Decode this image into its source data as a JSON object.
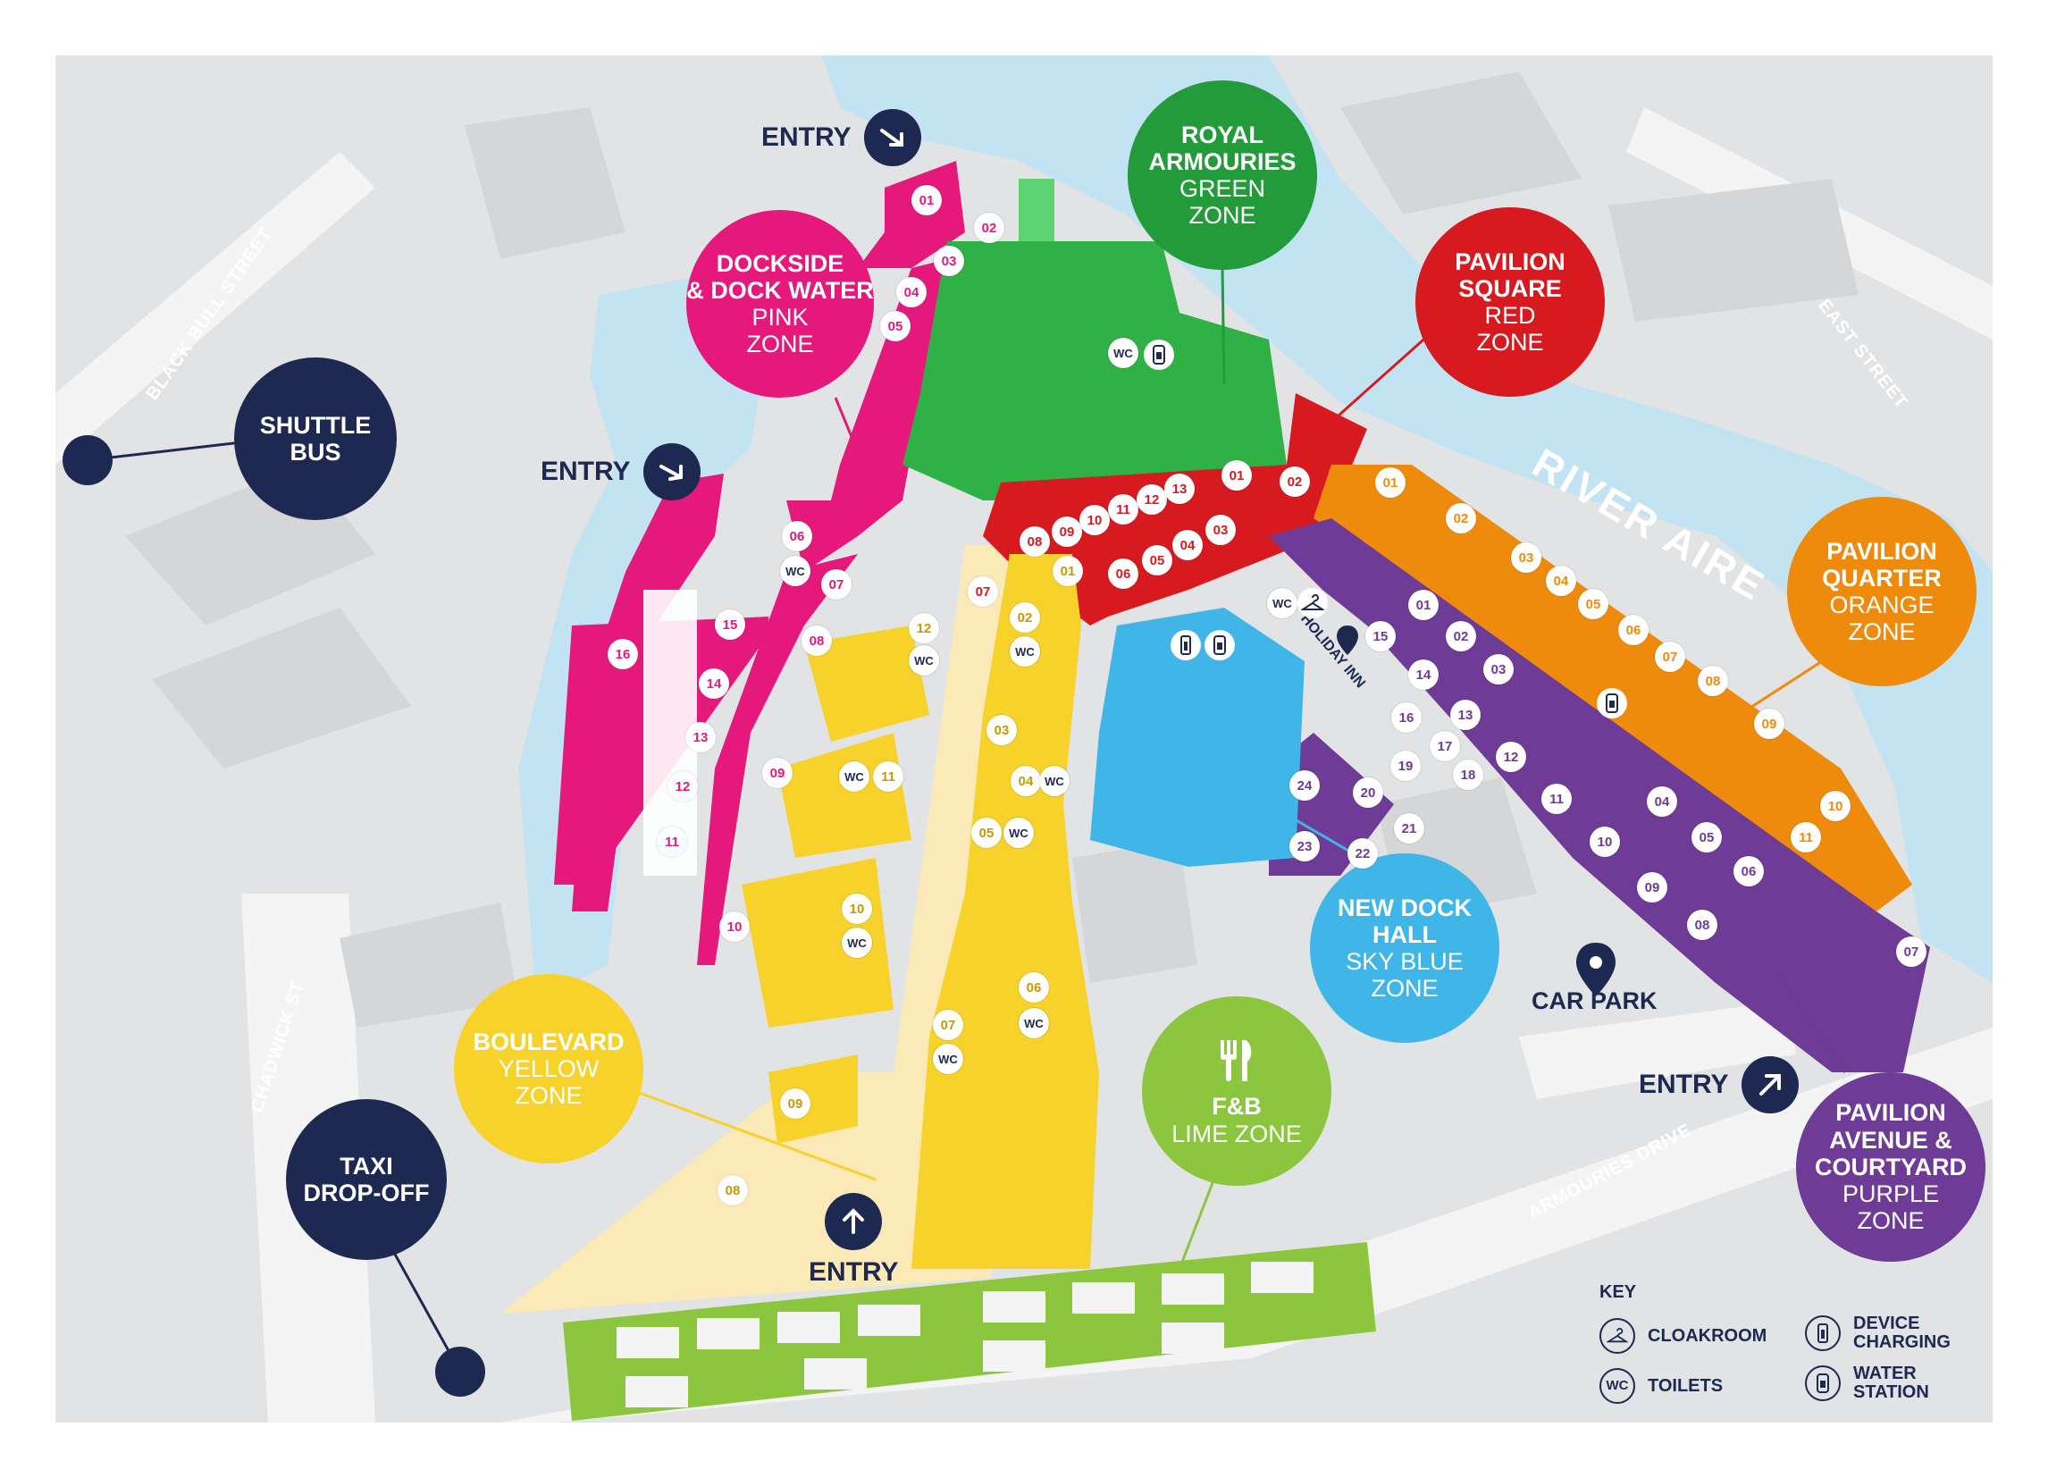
{
  "zones": {
    "pink": {
      "title": "DOCKSIDE\n& DOCK WATER",
      "sub": "PINK\nZONE",
      "color": "#e5197c"
    },
    "green": {
      "title": "ROYAL\nARMOURIES",
      "sub": "GREEN\nZONE",
      "color": "#239b3a"
    },
    "red": {
      "title": "PAVILION\nSQUARE",
      "sub": "RED\nZONE",
      "color": "#d71920"
    },
    "orange": {
      "title": "PAVILION\nQUARTER",
      "sub": "ORANGE\nZONE",
      "color": "#ee8b0c"
    },
    "skyblue": {
      "title": "NEW DOCK\nHALL",
      "sub": "SKY BLUE\nZONE",
      "color": "#3fb5e8"
    },
    "lime": {
      "title": "F&B",
      "sub": "LIME ZONE",
      "color": "#8cc63e"
    },
    "yellow": {
      "title": "BOULEVARD",
      "sub": "YELLOW\nZONE",
      "color": "#f6d22b"
    },
    "purple": {
      "title": "PAVILION\nAVENUE &\nCOURTYARD",
      "sub": "PURPLE\nZONE",
      "color": "#6e3b96"
    }
  },
  "services": {
    "shuttle": {
      "title": "SHUTTLE\nBUS",
      "color": "#1d2951"
    },
    "taxi": {
      "title": "TAXI\nDROP-OFF",
      "color": "#1d2951"
    }
  },
  "entry_label": "ENTRY",
  "streets": {
    "black_bull": "BLACK BULL STREET",
    "east": "EAST STREET",
    "chadwick": "CHADWICK ST",
    "armouries": "ARMOURIES DRIVE"
  },
  "river": "RIVER AIRE",
  "holiday_inn": "HOLIDAY INN",
  "car_park": "CAR PARK",
  "wc": "WC",
  "stand_numbers": {
    "pink": [
      "01",
      "02",
      "03",
      "04",
      "05",
      "06",
      "07",
      "08",
      "09",
      "10",
      "11",
      "12",
      "13",
      "14",
      "15",
      "16"
    ],
    "red": [
      "01",
      "02",
      "03",
      "04",
      "05",
      "06",
      "07",
      "08",
      "09",
      "10",
      "11",
      "12",
      "13"
    ],
    "yellow": [
      "01",
      "02",
      "03",
      "04",
      "05",
      "06",
      "07",
      "08",
      "09",
      "10",
      "11",
      "12"
    ],
    "orange": [
      "01",
      "02",
      "03",
      "04",
      "05",
      "06",
      "07",
      "08",
      "09",
      "10",
      "11"
    ],
    "purple": [
      "01",
      "02",
      "03",
      "04",
      "05",
      "06",
      "07",
      "08",
      "09",
      "10",
      "11",
      "12",
      "13",
      "14",
      "15",
      "16",
      "17",
      "18",
      "19",
      "20",
      "21",
      "22",
      "23",
      "24"
    ]
  },
  "key": {
    "title": "KEY",
    "cloakroom": "CLOAKROOM",
    "toilets": "TOILETS",
    "charging": "DEVICE\nCHARGING",
    "water": "WATER\nSTATION",
    "wc_symbol": "WC"
  },
  "colors": {
    "navy": "#1d2951",
    "land": "#e3e4e6",
    "road": "#f3f3f4",
    "water": "#c2e3f2"
  }
}
